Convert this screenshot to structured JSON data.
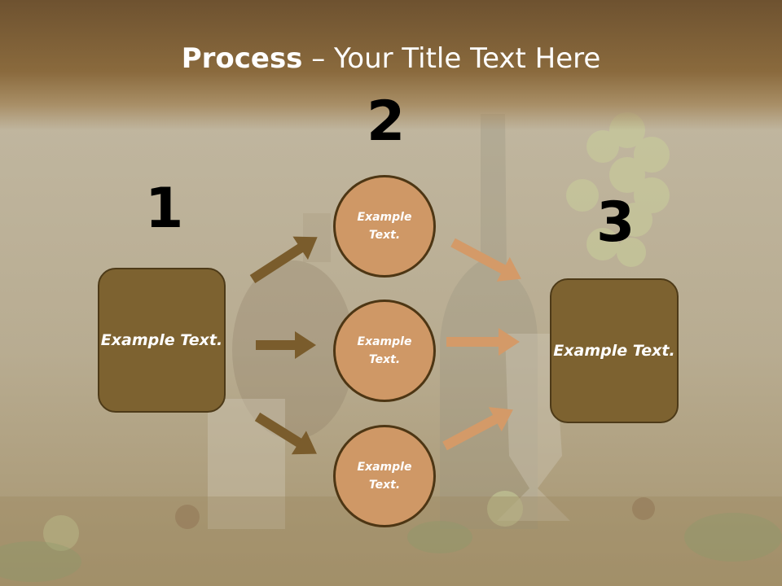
{
  "slide": {
    "title_bold": "Process",
    "title_rest": " – Your Title Text Here"
  },
  "steps": {
    "step1_number": "1",
    "step2_number": "2",
    "step3_number": "3"
  },
  "boxes": {
    "left": "Example Text.",
    "right": "Example Text."
  },
  "circles": [
    {
      "label": "Example Text."
    },
    {
      "label": "Example Text."
    },
    {
      "label": "Example Text."
    }
  ],
  "colors": {
    "box_fill": "#7d6230",
    "circle_fill": "#cf9866",
    "left_arrows": "#7a5c2c",
    "right_arrows": "#d49a68"
  }
}
